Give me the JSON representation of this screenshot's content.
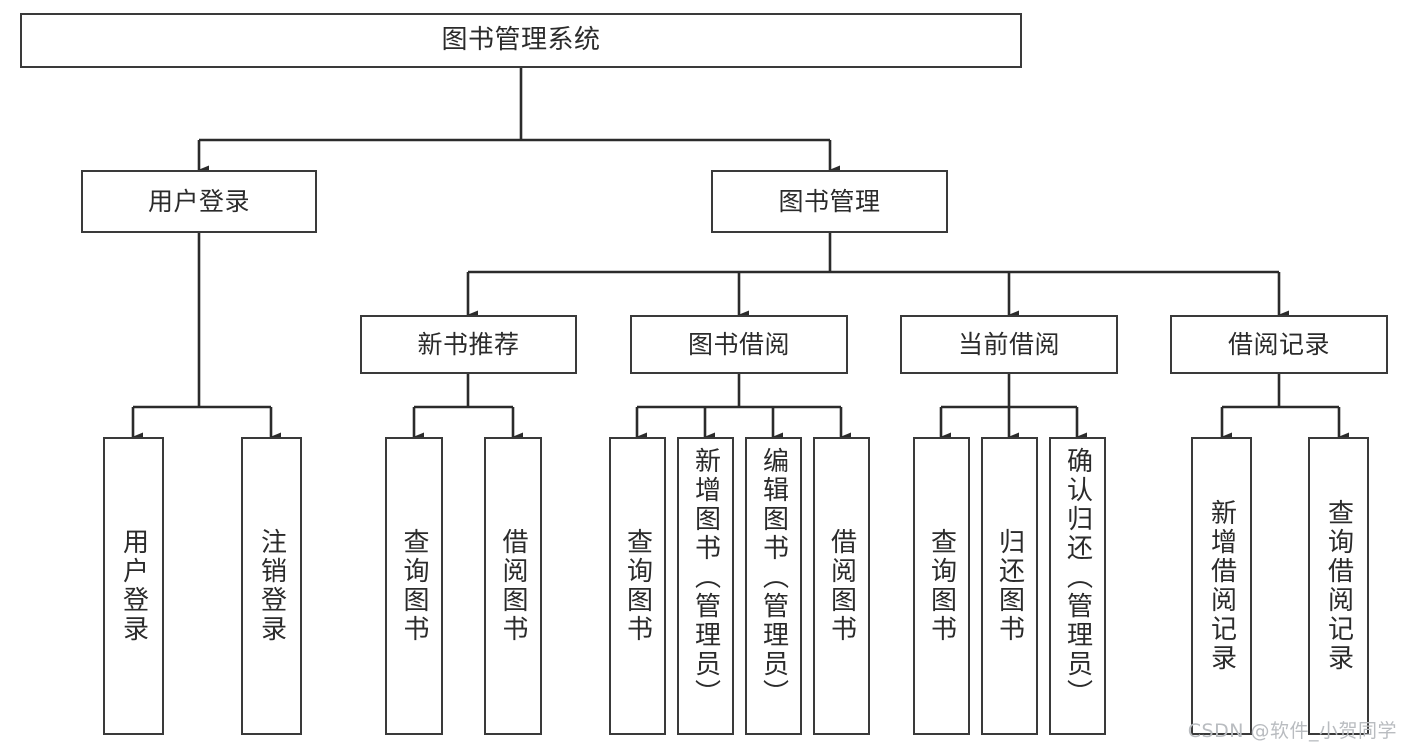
{
  "diagram": {
    "title": "图书管理系统",
    "type": "tree",
    "orientation": "top-down",
    "colors": {
      "box_border": "#3a3a3a",
      "box_fill": "#ffffff",
      "connector": "#2b2b2b",
      "text": "#2b2b2b",
      "watermark": "#b9bcc0"
    },
    "levels": {
      "root": {
        "label": "图书管理系统"
      },
      "level2": [
        {
          "label": "用户登录"
        },
        {
          "label": "图书管理"
        }
      ],
      "level3": [
        {
          "label": "新书推荐"
        },
        {
          "label": "图书借阅"
        },
        {
          "label": "当前借阅"
        },
        {
          "label": "借阅记录"
        }
      ],
      "leaves": {
        "user_login": [
          {
            "label": "用户登录"
          },
          {
            "label": "注销登录"
          }
        ],
        "new_book_recommend": [
          {
            "label": "查询图书"
          },
          {
            "label": "借阅图书"
          }
        ],
        "book_borrow": [
          {
            "label": "查询图书"
          },
          {
            "label": "新增图书（管理员）"
          },
          {
            "label": "编辑图书（管理员）"
          },
          {
            "label": "借阅图书"
          }
        ],
        "current_borrow": [
          {
            "label": "查询图书"
          },
          {
            "label": "归还图书"
          },
          {
            "label": "确认归还（管理员）"
          }
        ],
        "borrow_record": [
          {
            "label": "新增借阅记录"
          },
          {
            "label": "查询借阅记录"
          }
        ]
      }
    },
    "watermark": "CSDN @软件_小贺同学"
  }
}
